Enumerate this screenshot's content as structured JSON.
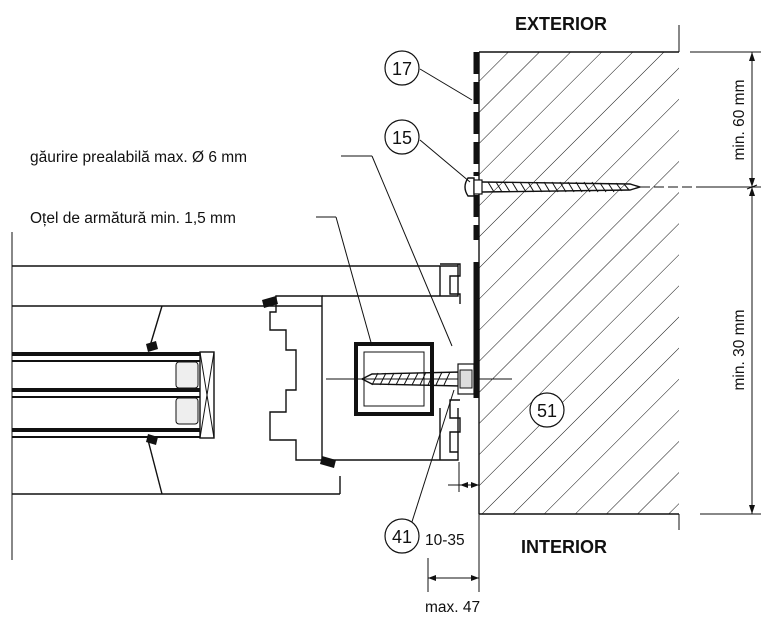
{
  "labels": {
    "exterior": "EXTERIOR",
    "interior": "INTERIOR",
    "predrill": "găurire prealabilă max. Ø 6 mm",
    "steel": "Oțel de armătură min. 1,5 mm",
    "dim_60": "min. 60 mm",
    "dim_30": "min. 30 mm",
    "dim_1035": "10-35",
    "dim_47": "max. 47"
  },
  "callouts": [
    "17",
    "15",
    "51",
    "41"
  ],
  "colors": {
    "line": "#111111",
    "background": "#ffffff"
  }
}
